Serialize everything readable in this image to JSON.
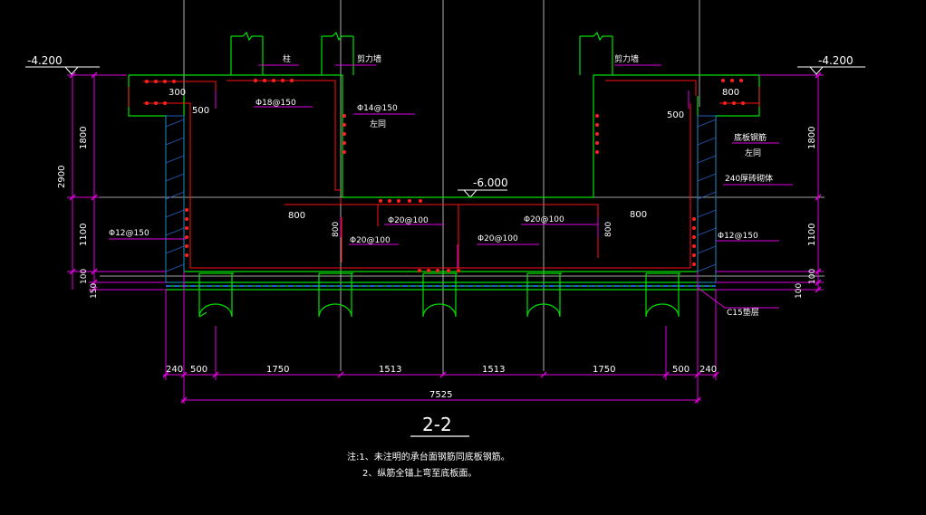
{
  "drawing": {
    "section_title": "2-2",
    "level_left": "-4.200",
    "level_right": "-4.200",
    "level_mid": "-6.000",
    "left_labels": {
      "d300": "300",
      "d500": "500",
      "rebar_top": "Φ18@150",
      "rebar_wall": "Φ14@150",
      "same_left": "左同",
      "col": "柱",
      "shear_wall": "剪力墙",
      "rebar_side": "Φ12@150",
      "d800": "800",
      "d800v": "800",
      "rebar_mid1": "Φ20@100",
      "rebar_mid2": "Φ20@100",
      "rebar_bot": "Φ20@100"
    },
    "right_labels": {
      "shear_wall": "剪力墙",
      "d800": "800",
      "d500": "500",
      "bottom_rebar": "底板钢筋",
      "same_left": "左同",
      "brick_wall": "240厚砖砌体",
      "rebar_mid": "Φ20@100",
      "d800b": "800",
      "d800v": "800",
      "rebar_side": "Φ12@150",
      "c15": "C15垫层"
    },
    "vertical_dims_left": [
      "1800",
      "2900",
      "1100",
      "100",
      "150"
    ],
    "vertical_dims_right": [
      "1800",
      "1100",
      "100",
      "100"
    ],
    "bottom_dims": [
      "240",
      "500",
      "1750",
      "1513",
      "1513",
      "1750",
      "500",
      "240"
    ],
    "total_dim": "7525",
    "notes": [
      "注:1、未注明的承台面钢筋同底板钢筋。",
      "2、纵筋全锚上弯至底板面。"
    ],
    "colors": {
      "background": "#000000",
      "concrete": "#00ff00",
      "rebar_line": "#ff0000",
      "rebar_dot": "#ff2020",
      "dim": "#ff00ff",
      "text": "#ffffff",
      "hatch": "#2060c0",
      "aux": "#ffffff"
    }
  }
}
